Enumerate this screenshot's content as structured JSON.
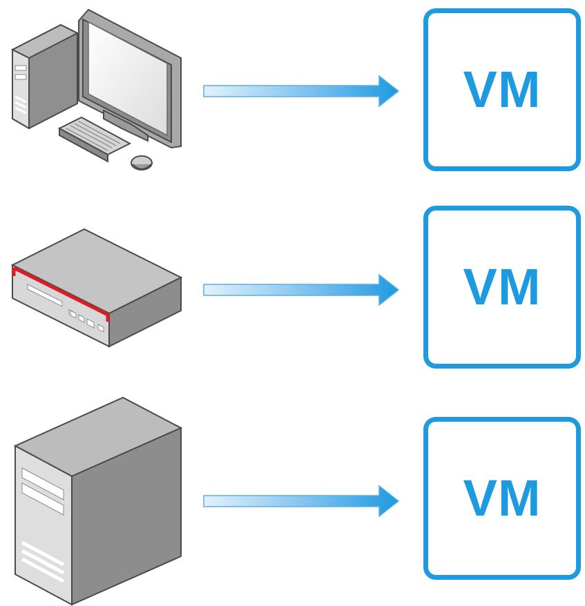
{
  "colors": {
    "accent": "#1e9ae0",
    "device_red": "#d91f26",
    "device_gray": "#9a9a9a"
  },
  "rows": [
    {
      "device": "desktop-computer",
      "target_label": "VM"
    },
    {
      "device": "network-appliance",
      "target_label": "VM"
    },
    {
      "device": "tower-server",
      "target_label": "VM"
    }
  ]
}
